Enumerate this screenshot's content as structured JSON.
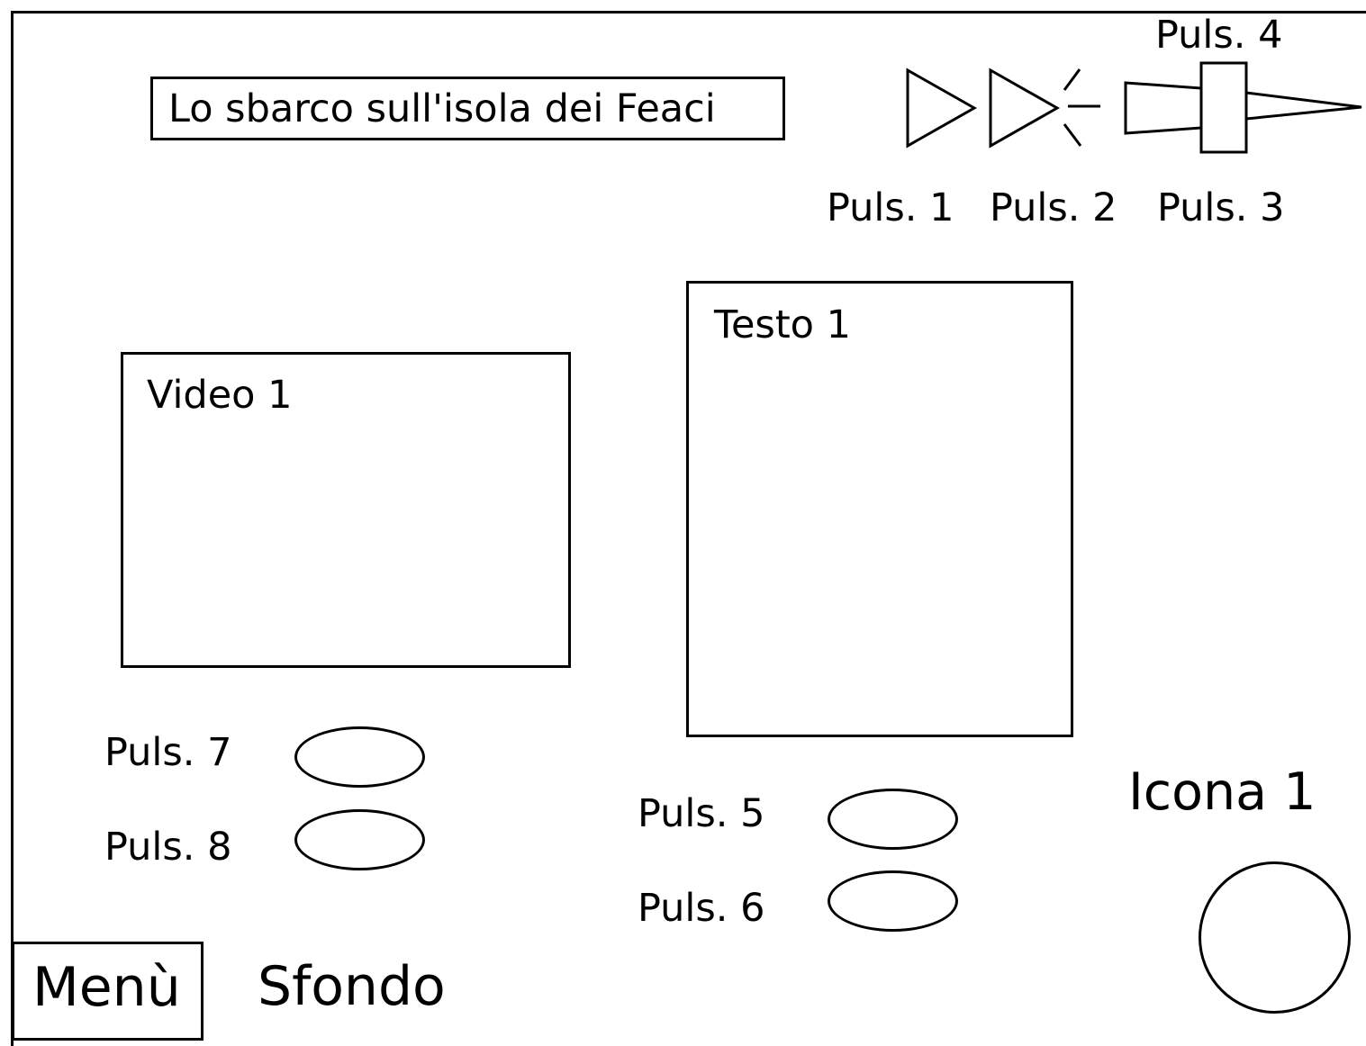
{
  "title": "Lo sbarco sull'isola dei Feaci",
  "video": {
    "label": "Video 1"
  },
  "text_panel": {
    "label": "Testo 1"
  },
  "top_buttons": [
    {
      "label": "Puls. 1",
      "icon": "play-icon"
    },
    {
      "label": "Puls. 2",
      "icon": "play-flash-icon"
    },
    {
      "label": "Puls. 3",
      "icon": "horn-icon"
    },
    {
      "label": "Puls. 4"
    }
  ],
  "side_buttons": {
    "b5": "Puls. 5",
    "b6": "Puls. 6",
    "b7": "Puls. 7",
    "b8": "Puls. 8"
  },
  "icon_area": {
    "label": "Icona 1"
  },
  "footer": {
    "menu_label": "Menù",
    "background_label": "Sfondo"
  }
}
